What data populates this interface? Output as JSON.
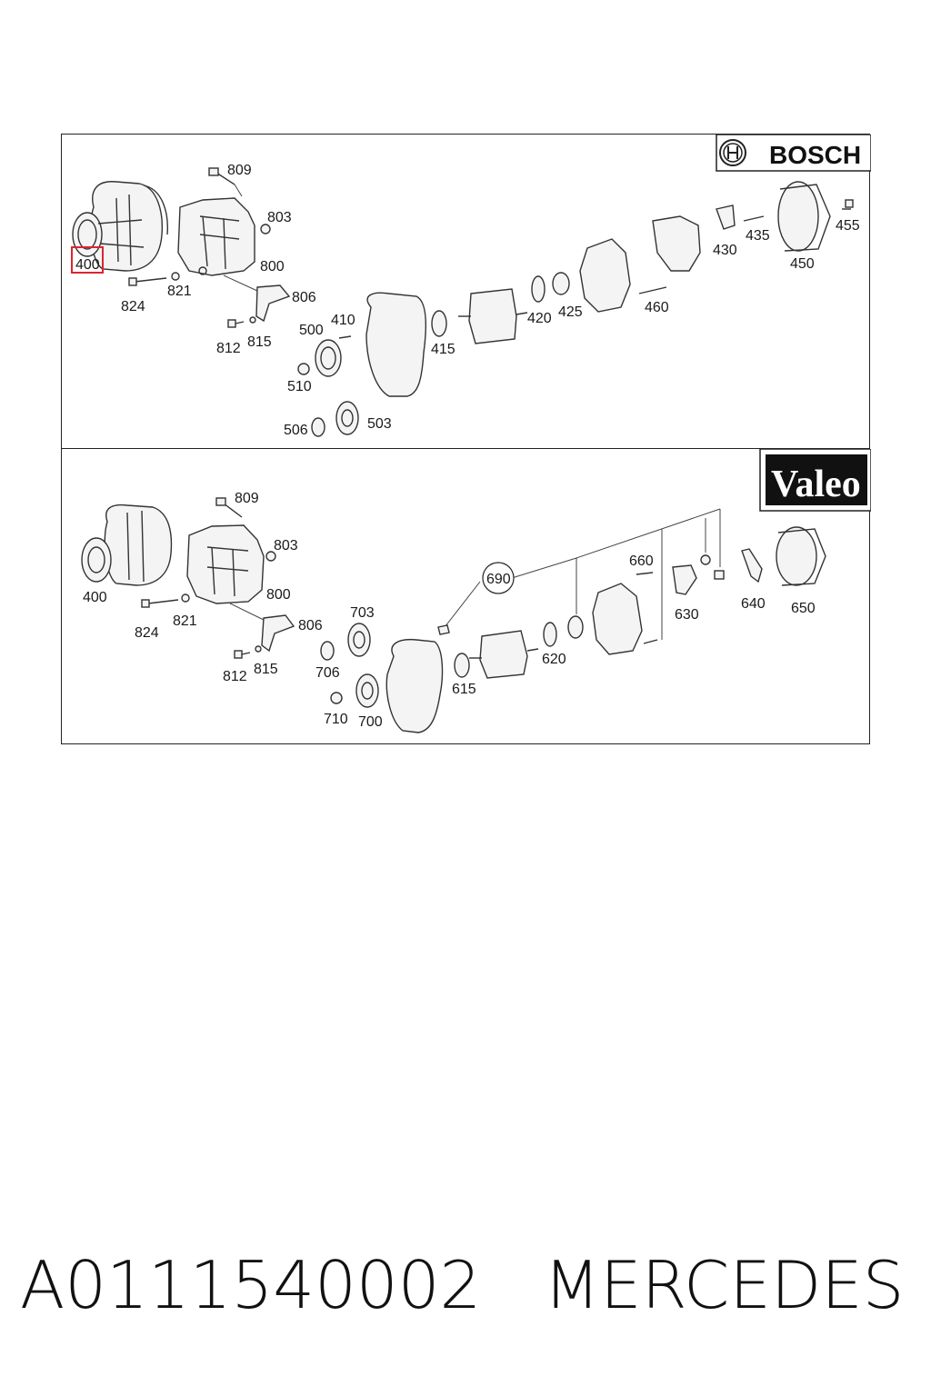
{
  "brands": {
    "top": "BOSCH",
    "bottom": "Valeo"
  },
  "highlight_color": "#d9262e",
  "bosch_labels": [
    {
      "key": "400",
      "text": "400"
    },
    {
      "key": "809",
      "text": "809"
    },
    {
      "key": "803",
      "text": "803"
    },
    {
      "key": "800",
      "text": "800"
    },
    {
      "key": "821",
      "text": "821"
    },
    {
      "key": "824",
      "text": "824"
    },
    {
      "key": "806",
      "text": "806"
    },
    {
      "key": "812",
      "text": "812"
    },
    {
      "key": "815",
      "text": "815"
    },
    {
      "key": "500",
      "text": "500"
    },
    {
      "key": "410",
      "text": "410"
    },
    {
      "key": "510",
      "text": "510"
    },
    {
      "key": "506",
      "text": "506"
    },
    {
      "key": "503",
      "text": "503"
    },
    {
      "key": "415",
      "text": "415"
    },
    {
      "key": "420",
      "text": "420"
    },
    {
      "key": "425",
      "text": "425"
    },
    {
      "key": "460",
      "text": "460"
    },
    {
      "key": "430",
      "text": "430"
    },
    {
      "key": "435",
      "text": "435"
    },
    {
      "key": "450",
      "text": "450"
    },
    {
      "key": "455",
      "text": "455"
    }
  ],
  "valeo_labels": [
    {
      "key": "809",
      "text": "809"
    },
    {
      "key": "803",
      "text": "803"
    },
    {
      "key": "800",
      "text": "800"
    },
    {
      "key": "400",
      "text": "400"
    },
    {
      "key": "824",
      "text": "824"
    },
    {
      "key": "821",
      "text": "821"
    },
    {
      "key": "806",
      "text": "806"
    },
    {
      "key": "812",
      "text": "812"
    },
    {
      "key": "815",
      "text": "815"
    },
    {
      "key": "703",
      "text": "703"
    },
    {
      "key": "706",
      "text": "706"
    },
    {
      "key": "710",
      "text": "710"
    },
    {
      "key": "700",
      "text": "700"
    },
    {
      "key": "615",
      "text": "615"
    },
    {
      "key": "620",
      "text": "620"
    },
    {
      "key": "690",
      "text": "690"
    },
    {
      "key": "660",
      "text": "660"
    },
    {
      "key": "630",
      "text": "630"
    },
    {
      "key": "640",
      "text": "640"
    },
    {
      "key": "650",
      "text": "650"
    }
  ],
  "footer": {
    "part_number": "A0111540002",
    "brand": "MERCEDES"
  }
}
